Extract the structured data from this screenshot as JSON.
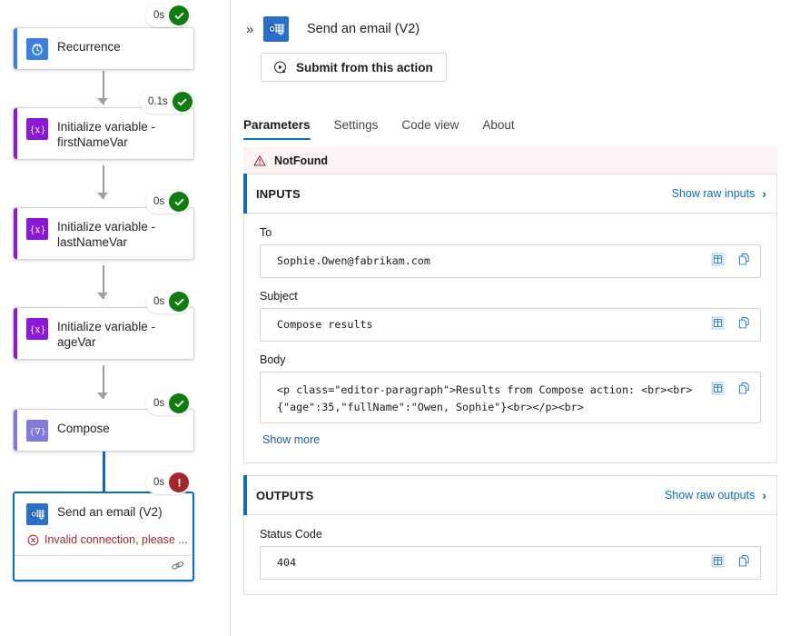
{
  "designer": {
    "nodes": [
      {
        "id": "recurrence",
        "title": "Recurrence",
        "duration": "0s",
        "status": "succeeded",
        "icon": "clock-icon",
        "icon_bg": "#3b7fe0",
        "accent": "#3b7fe0"
      },
      {
        "id": "init-firstname",
        "title": "Initialize variable - firstNameVar",
        "duration": "0.1s",
        "status": "succeeded",
        "icon": "variable-icon",
        "icon_bg": "#8c17d6",
        "accent": "#8c17d6"
      },
      {
        "id": "init-lastname",
        "title": "Initialize variable - lastNameVar",
        "duration": "0s",
        "status": "succeeded",
        "icon": "variable-icon",
        "icon_bg": "#8c17d6",
        "accent": "#8c17d6"
      },
      {
        "id": "init-age",
        "title": "Initialize variable - ageVar",
        "duration": "0s",
        "status": "succeeded",
        "icon": "variable-icon",
        "icon_bg": "#8c17d6",
        "accent": "#8c17d6"
      },
      {
        "id": "compose",
        "title": "Compose",
        "duration": "0s",
        "status": "succeeded",
        "icon": "compose-icon",
        "icon_bg": "#8378de",
        "accent": "#8378de"
      },
      {
        "id": "send-email",
        "title": "Send an email (V2)",
        "duration": "0s",
        "status": "failed",
        "icon": "outlook-icon",
        "icon_bg": "#2a70c9",
        "accent": "#2a70c9",
        "error": "Invalid connection, please ...",
        "footer_icon": "link-icon"
      }
    ]
  },
  "panel": {
    "collapse_icon": "double-chevron-right-icon",
    "header": {
      "icon": "outlook-icon",
      "title": "Send an email (V2)"
    },
    "resubmit": {
      "icon": "resubmit-play-icon",
      "label": "Submit from this action"
    },
    "tabs": [
      {
        "label": "Parameters",
        "active": true
      },
      {
        "label": "Settings",
        "active": false
      },
      {
        "label": "Code view",
        "active": false
      },
      {
        "label": "About",
        "active": false
      }
    ],
    "error_banner": {
      "icon": "warning-triangle-icon",
      "text": "NotFound"
    },
    "inputs": {
      "title": "INPUTS",
      "raw_link": "Show raw inputs",
      "raw_icon": "chevron-right-icon",
      "fields": [
        {
          "label": "To",
          "value": "Sophie.Owen@fabrikam.com"
        },
        {
          "label": "Subject",
          "value": "Compose results"
        },
        {
          "label": "Body",
          "value": "<p class=\"editor-paragraph\">Results from Compose action: <br><br>{\"age\":35,\"fullName\":\"Owen, Sophie\"}<br></p><br>"
        }
      ],
      "show_more": "Show more"
    },
    "outputs": {
      "title": "OUTPUTS",
      "raw_link": "Show raw outputs",
      "raw_icon": "chevron-right-icon",
      "fields": [
        {
          "label": "Status Code",
          "value": "404"
        }
      ]
    },
    "field_actions": {
      "expand_icon": "table-grid-icon",
      "copy_icon": "copy-icon"
    }
  },
  "colors": {
    "accent_blue": "#0f6cbd",
    "success_green": "#107c10",
    "error_red": "#a4262c",
    "error_banner_bg": "#fdf3f4",
    "purple": "#8c17d6"
  }
}
